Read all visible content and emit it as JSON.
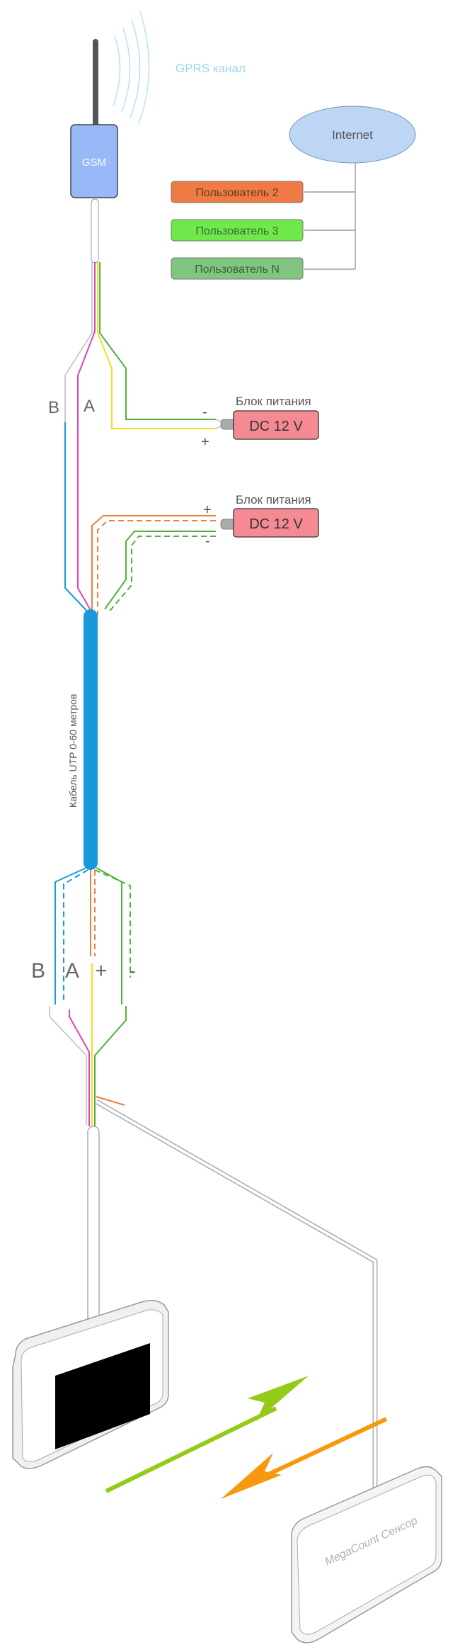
{
  "gprs_label": "GPRS канал",
  "gsm_label": "GSM",
  "internet_label": "Internet",
  "users": [
    {
      "label": "Пользователь 2",
      "color": "#f07a44"
    },
    {
      "label": "Пользователь 3",
      "color": "#6ee84a"
    },
    {
      "label": "Пользователь N",
      "color": "#80c680"
    }
  ],
  "power_supply_1": {
    "title": "Блок питания",
    "label": "DC 12 V",
    "minus": "-",
    "plus": "+"
  },
  "power_supply_2": {
    "title": "Блок питания",
    "label": "DC 12 V",
    "plus": "+",
    "minus": "-"
  },
  "wire_top": {
    "b": "B",
    "a": "A"
  },
  "cable_label": "Кабель UTP 0-60 метров",
  "wire_bottom": {
    "b": "B",
    "a": "A",
    "plus": "+",
    "minus": "-"
  },
  "sensor_label": "MegaCount Сенсор",
  "colors": {
    "gprs_text": "#9fd4f0",
    "gsm_fill": "#98b8f8",
    "internet_fill": "#bcd6f4",
    "dc_fill": "#f68a92",
    "cable_blue": "#1a98dc",
    "arrow_green": "#92cc18",
    "arrow_orange": "#f7990d",
    "wire_blue": "#1a9ad8",
    "wire_pink": "#e040c0",
    "wire_yellow": "#f0e020",
    "wire_green": "#50b040",
    "wire_orange": "#e88040"
  }
}
